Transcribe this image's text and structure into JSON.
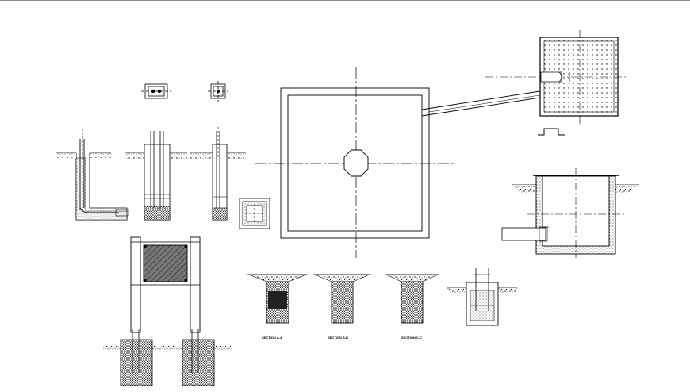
{
  "drawing": {
    "background": "#ffffff",
    "line_color": "#000000",
    "frame_line_color": "#8a8a8a",
    "sections": [
      {
        "id": "a",
        "label": "SECTION A-A"
      },
      {
        "id": "b",
        "label": "SECTION B-B"
      },
      {
        "id": "c",
        "label": "SECTION C-C"
      }
    ]
  }
}
